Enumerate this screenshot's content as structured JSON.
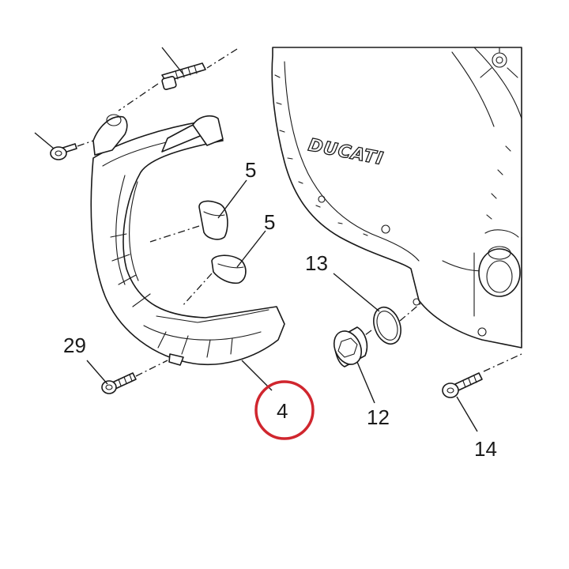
{
  "diagram": {
    "brand_text": "DUCATI",
    "highlight_color": "#d0262e",
    "line_color": "#1a1a1a",
    "callouts": [
      {
        "id": "c5a",
        "label": "5"
      },
      {
        "id": "c5b",
        "label": "5"
      },
      {
        "id": "c13",
        "label": "13"
      },
      {
        "id": "c29",
        "label": "29"
      },
      {
        "id": "c4",
        "label": "4",
        "highlighted": true
      },
      {
        "id": "c12",
        "label": "12"
      },
      {
        "id": "c14",
        "label": "14"
      }
    ]
  }
}
